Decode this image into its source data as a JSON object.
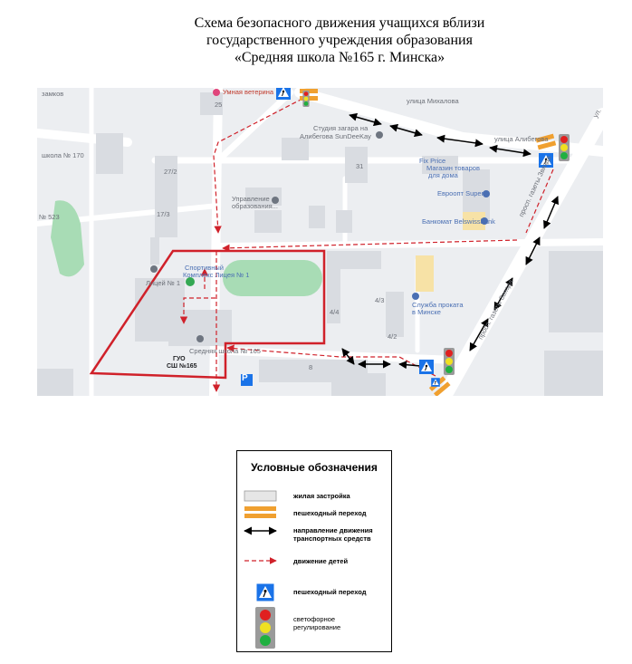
{
  "title": {
    "line1": "Схема безопасного движения учащихся вблизи",
    "line2": "государственного учреждения образования",
    "line3": "«Средняя школа №165 г. Минска»"
  },
  "map": {
    "labels": {
      "zamkov": "замков",
      "vet": "Умная ветерина",
      "school170": "школа № 170",
      "n523": "№ 523",
      "mikhalova": "улица Михалова",
      "alibegova_st": "улица Алибегова",
      "studio1": "Студия загара на",
      "studio2": "Алибегова SunDeeKay",
      "fixprice1": "Fix Price",
      "fixprice2": "Магазин товаров",
      "fixprice3": "для дома",
      "uprav1": "Управление",
      "uprav2": "образования...",
      "evroopt": "Евроопт Super",
      "bank": "Банкомат Belswissbank",
      "sport1": "Спортивный",
      "sport2": "Комплекс Лицея № 1",
      "lyceum": "Лицей № 1",
      "rent1": "Служба проката",
      "rent2": "в Минске",
      "gazety1": "просп. газеты Звязда",
      "gazety2": "просп. газеты Звязда",
      "ul": "ул.",
      "school165": "Средняя школа № 165",
      "guo1": "ГУО",
      "guo2": "СШ №165",
      "parking": "P",
      "house25": "25",
      "house27": "27/2",
      "house17": "17/3",
      "house31": "31",
      "house8": "8",
      "house4": "4/4",
      "house4_2": "4/3",
      "house6": "4/2"
    }
  },
  "legend": {
    "title": "Условные обозначения",
    "items": [
      {
        "icon": "residential-swatch",
        "text": "жилая застройка"
      },
      {
        "icon": "crosswalk-swatch",
        "text": "пешеходный переход"
      },
      {
        "icon": "two-way-arrow-icon",
        "text": "направление движения транспортных средств"
      },
      {
        "icon": "dashed-red-arrow-icon",
        "text": "движение детей"
      },
      {
        "icon": "pedestrian-crossing-sign-icon",
        "text": "пешеходный переход"
      },
      {
        "icon": "traffic-light-icon",
        "text": "светофорное регулирование"
      }
    ]
  },
  "colors": {
    "map_bg": "#eceef1",
    "road": "#ffffff",
    "building": "#d9dce1",
    "field": "#a8dcb5",
    "school_outline": "#d0212a",
    "kids_route": "#d0212a",
    "crosswalk": "#f0a030",
    "sign_blue": "#1a73e8"
  }
}
